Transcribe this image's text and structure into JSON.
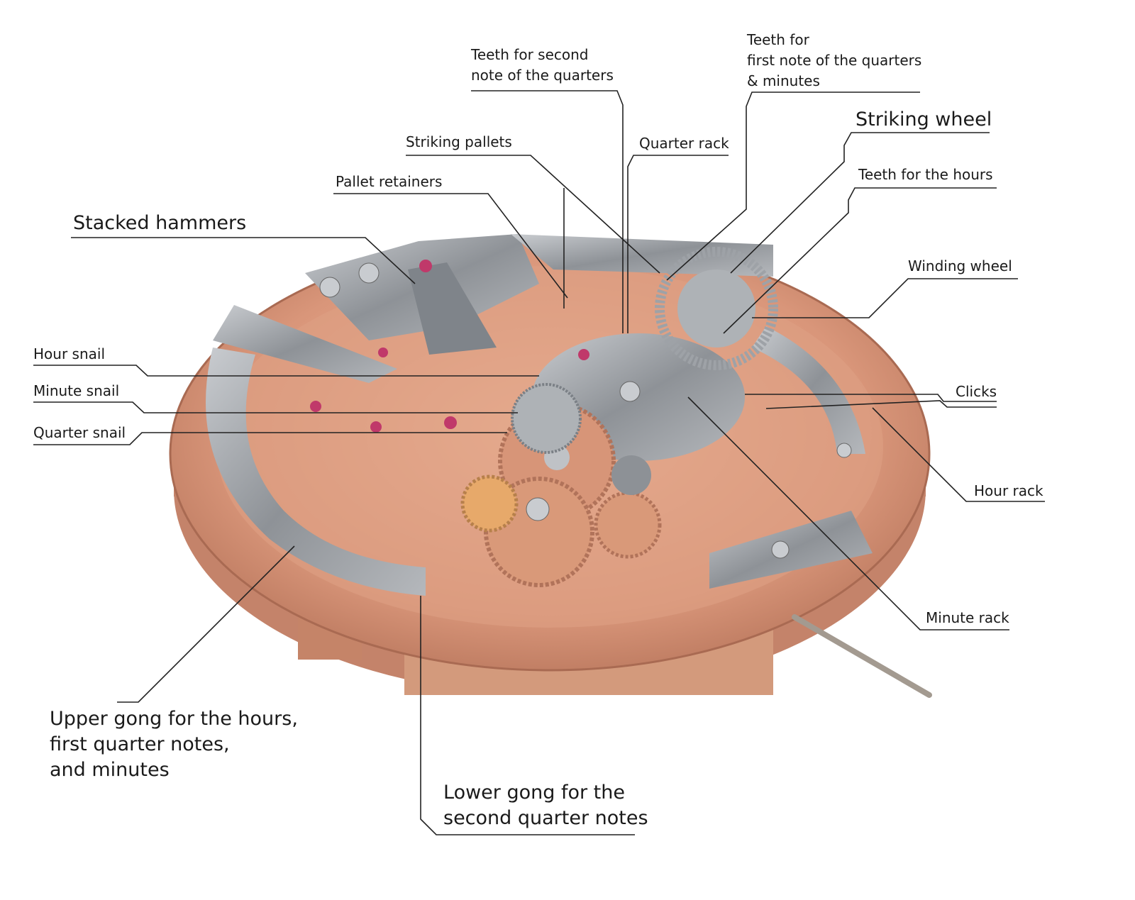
{
  "labels": {
    "teeth_second_quarters": [
      "Teeth for second",
      "note of the quarters"
    ],
    "teeth_first_quarters": [
      "Teeth for",
      "first note of the quarters",
      "& minutes"
    ],
    "striking_wheel": "Striking wheel",
    "teeth_hours": "Teeth for the hours",
    "winding_wheel": "Winding wheel",
    "clicks": "Clicks",
    "hour_rack": "Hour rack",
    "minute_rack": "Minute rack",
    "quarter_rack": "Quarter rack",
    "striking_pallets": "Striking pallets",
    "pallet_retainers": "Pallet retainers",
    "stacked_hammers": "Stacked hammers",
    "hour_snail": "Hour snail",
    "minute_snail": "Minute snail",
    "quarter_snail": "Quarter snail",
    "upper_gong": [
      "Upper gong for the hours,",
      "first quarter notes,",
      "and minutes"
    ],
    "lower_gong": [
      "Lower gong for the",
      "second quarter notes"
    ]
  },
  "colors": {
    "copper": "#d9967a",
    "steel": "#9a9ea3",
    "line": "#222222"
  }
}
